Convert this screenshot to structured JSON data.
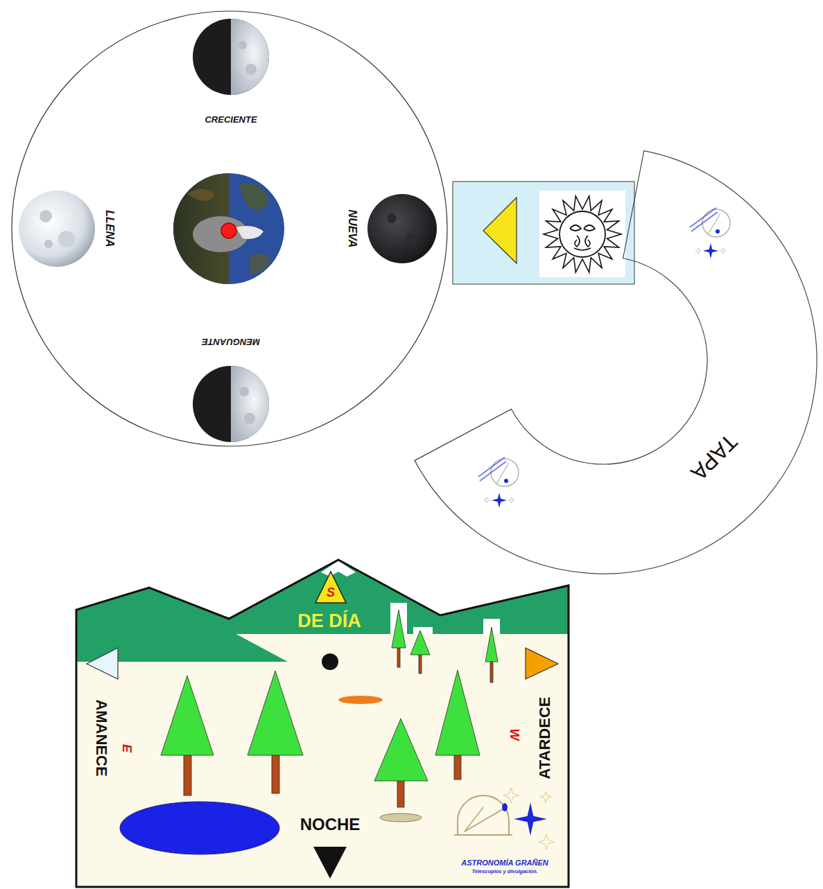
{
  "diagram": {
    "nodes": [
      {
        "text": [
          "CRECIENTE",
          "LLENA",
          "NUEVA",
          "MENGUANTE"
        ]
      },
      {
        "text": [
          "TAPA"
        ]
      },
      {
        "text": [
          "DE DÍA",
          "AMANECE",
          "E",
          "W",
          "ATARDECE",
          "NOCHE",
          "ASTRONOMÍA GRAÑEN",
          "Telescopios y divulgación."
        ]
      },
      {
        "text": [
          "S"
        ],
        "in": 2
      }
    ]
  }
}
